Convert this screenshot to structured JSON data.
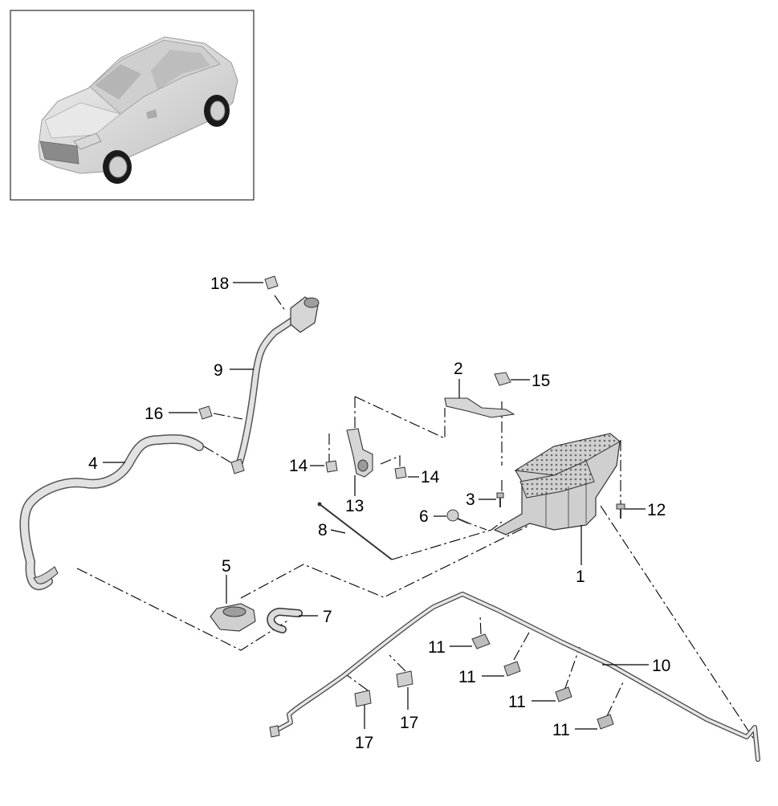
{
  "callouts": {
    "c1": "1",
    "c2": "2",
    "c3": "3",
    "c4": "4",
    "c5": "5",
    "c6": "6",
    "c7": "7",
    "c8": "8",
    "c9": "9",
    "c10": "10",
    "c11a": "11",
    "c11b": "11",
    "c11c": "11",
    "c11d": "11",
    "c12": "12",
    "c13": "13",
    "c14a": "14",
    "c14b": "14",
    "c15": "15",
    "c16": "16",
    "c17a": "17",
    "c17b": "17",
    "c18": "18"
  },
  "icons": {
    "thumbnail": "car-suv-icon",
    "part_1": "charcoal-canister-icon",
    "part_4": "vent-hose-icon",
    "part_9": "filler-pipe-hose-icon",
    "part_10": "vent-line-icon"
  },
  "colors": {
    "line": "#000000",
    "part_fill": "#e2e2e2",
    "part_shade": "#bdbdbd",
    "background": "#ffffff"
  }
}
